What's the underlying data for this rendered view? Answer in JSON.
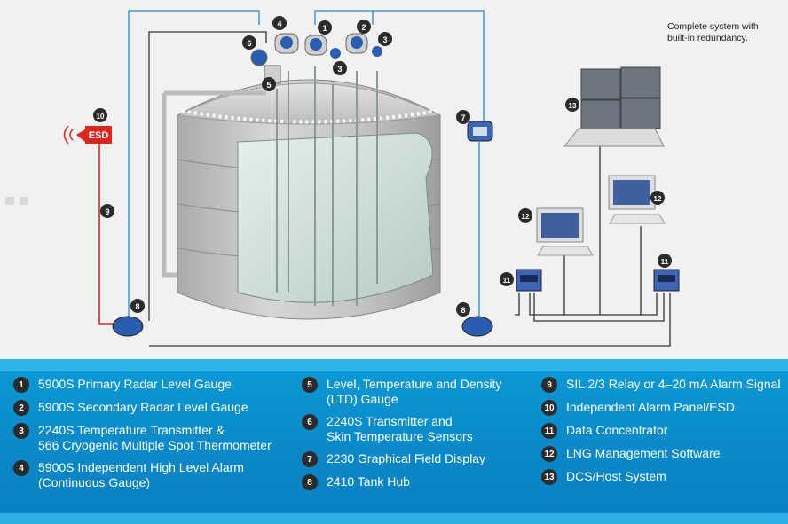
{
  "note": {
    "line1": "Complete system with",
    "line2": "built-in redundancy."
  },
  "esd_label": "ESD",
  "callouts": [
    "1",
    "2",
    "3",
    "4",
    "5",
    "6",
    "7",
    "8",
    "9",
    "10",
    "11",
    "12",
    "13"
  ],
  "legend": {
    "col1": [
      {
        "num": "1",
        "lines": [
          "5900S Primary Radar Level Gauge"
        ]
      },
      {
        "num": "2",
        "lines": [
          "5900S Secondary Radar Level Gauge"
        ]
      },
      {
        "num": "3",
        "lines": [
          "2240S Temperature Transmitter &",
          "566 Cryogenic Multiple Spot Thermometer"
        ]
      },
      {
        "num": "4",
        "lines": [
          "5900S Independent High Level Alarm",
          "(Continuous Gauge)"
        ]
      }
    ],
    "col2": [
      {
        "num": "5",
        "lines": [
          "Level, Temperature and Density",
          "(LTD) Gauge"
        ]
      },
      {
        "num": "6",
        "lines": [
          "2240S Transmitter and",
          "Skin Temperature Sensors"
        ]
      },
      {
        "num": "7",
        "lines": [
          "2230 Graphical Field Display"
        ]
      },
      {
        "num": "8",
        "lines": [
          "2410 Tank Hub"
        ]
      }
    ],
    "col3": [
      {
        "num": "9",
        "lines": [
          "SIL 2/3 Relay or 4–20 mA Alarm Signal"
        ]
      },
      {
        "num": "10",
        "lines": [
          "Independent Alarm Panel/ESD"
        ]
      },
      {
        "num": "11",
        "lines": [
          "Data Concentrator"
        ]
      },
      {
        "num": "12",
        "lines": [
          "LNG Management Software"
        ]
      },
      {
        "num": "13",
        "lines": [
          "DCS/Host System"
        ]
      }
    ]
  }
}
